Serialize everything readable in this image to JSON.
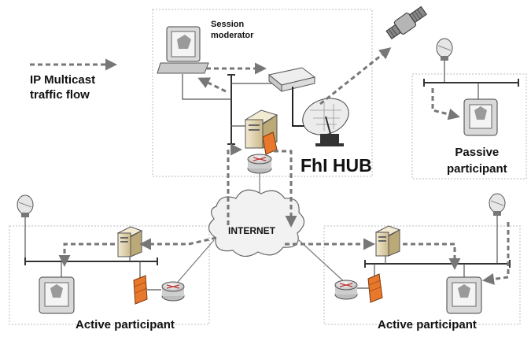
{
  "legend": {
    "line1": "IP Multicast",
    "line2": "traffic flow"
  },
  "session_moderator": {
    "line1": "Session",
    "line2": "moderator"
  },
  "hub": {
    "label": "FhI HUB"
  },
  "internet": {
    "label": "INTERNET"
  },
  "passive": {
    "line1": "Passive",
    "line2": "participant"
  },
  "active_left": {
    "label": "Active participant"
  },
  "active_right": {
    "label": "Active participant"
  },
  "colors": {
    "flow": "#777777",
    "line": "#999999",
    "box_border": "#bbbbbb",
    "firewall": "#e8782c",
    "server": "#e9dcbc"
  }
}
